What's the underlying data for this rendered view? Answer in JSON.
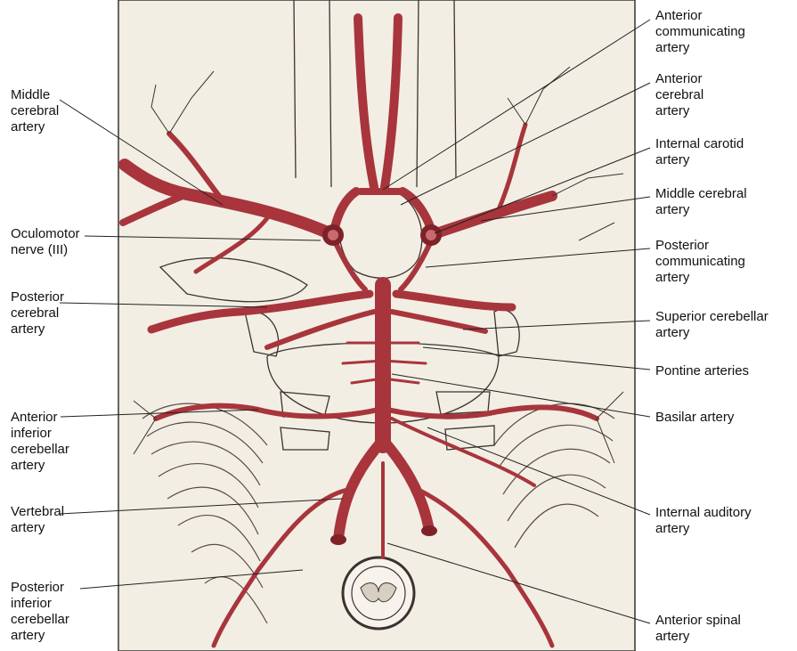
{
  "colors": {
    "background": "#ffffff",
    "plate": "#f3eee4",
    "artery": "#a8353c",
    "artery_dark": "#7e2228",
    "outline": "#3a3330",
    "leader": "#222222",
    "text": "#111111"
  },
  "labels": {
    "left": {
      "middle_cerebral": "Middle\ncerebral\nartery",
      "oculomotor": "Oculomotor\nnerve (III)",
      "posterior_cerebral": "Posterior\ncerebral\nartery",
      "anterior_inferior_cerebellar": "Anterior\ninferior\ncerebellar\nartery",
      "vertebral": "Vertebral\nartery",
      "posterior_inferior_cerebellar": "Posterior\ninferior\ncerebellar\nartery"
    },
    "right": {
      "anterior_communicating": "Anterior\ncommunicating\nartery",
      "anterior_cerebral": "Anterior\ncerebral\nartery",
      "internal_carotid": "Internal carotid\nartery",
      "middle_cerebral": "Middle cerebral\nartery",
      "posterior_communicating": "Posterior\ncommunicating\nartery",
      "superior_cerebellar": "Superior cerebellar\nartery",
      "pontine": "Pontine arteries",
      "basilar": "Basilar artery",
      "internal_auditory": "Internal auditory\nartery",
      "anterior_spinal": "Anterior spinal\nartery"
    }
  }
}
